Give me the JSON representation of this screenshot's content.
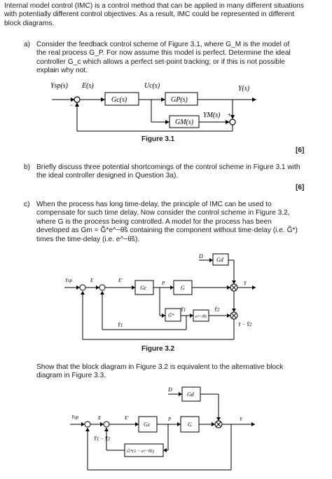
{
  "intro": "Internal model control (IMC) is a control method that can be applied in many different situations with potentially different control objectives. As a result, IMC could be represented in different block diagrams.",
  "part_a": {
    "label": "a)",
    "text": "Consider the feedback control scheme of Figure 3.1, where G_M is the model of the real process G_P. For now assume this model is perfect. Determine the ideal controller G_c which allows a perfect set-point tracking; or if this is not possible explain why not.",
    "marks": "[6]"
  },
  "figure_3_1": {
    "caption": "Figure 3.1",
    "labels": {
      "ysp": "Ysp(s)",
      "e": "E(s)",
      "uc": "Uc(s)",
      "y": "Y(s)",
      "gc": "Gc(s)",
      "gp": "GP(s)",
      "gm": "GM(s)",
      "ym": "YM(s)",
      "minus": "−",
      "plus": "+"
    }
  },
  "part_b": {
    "label": "b)",
    "text": "Briefly discuss three potential shortcomings of the control scheme in Figure 3.1 with the ideal controller designed in Question 3a).",
    "marks": "[6]"
  },
  "part_c": {
    "label": "c)",
    "text": "When the process has long time-delay, the principle of IMC can be used to compensate for such time delay. Now consider the control scheme in Figure 3.2, where G is the process being controlled. A model for the process has been developed as Gm = G̃*e^−θ̃s containing the component without time-delay (i.e. G̃*) times the time-delay (i.e. e^−θ̃s)."
  },
  "figure_3_2": {
    "caption": "Figure 3.2",
    "labels": {
      "ysp": "Ysp",
      "e": "E",
      "eprime": "E'",
      "gc": "Gc",
      "p": "P",
      "g": "G",
      "d": "D",
      "gd": "Gd",
      "y": "Y",
      "gstar": "G̃*",
      "delay": "e^−θ̃s",
      "y1": "Ỹ1",
      "y2": "Ỹ2",
      "y1b": "Ỹ1",
      "ymy2": "Y − Ỹ2"
    }
  },
  "question_3_3": "Show that the block diagram in Figure 3.2 is equivalent to the alternative block diagram in Figure 3.3.",
  "figure_3_3": {
    "labels": {
      "ysp": "Ysp",
      "e": "E",
      "eprime": "E'",
      "gc": "Gc",
      "p": "P",
      "g": "G",
      "d": "D",
      "gd": "Gd",
      "y": "Y",
      "y1y2": "Ỹ1 − Ỹ2",
      "gfilter": "G̃*(1 − e^−θ̃s)"
    }
  }
}
